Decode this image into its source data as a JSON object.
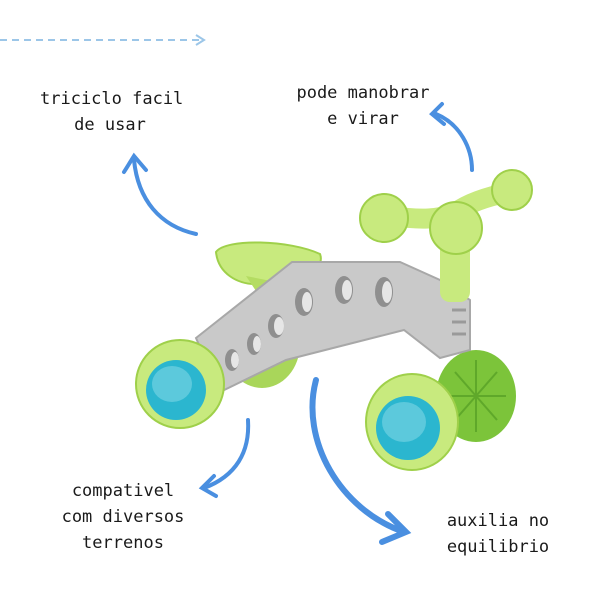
{
  "annotations": {
    "top_left": {
      "line1": "triciclo facil",
      "line2": "de usar"
    },
    "top_right": {
      "line1": "pode manobrar",
      "line2": "e virar"
    },
    "bottom_left": {
      "line1": "compativel",
      "line2": "com diversos",
      "line3": "terrenos"
    },
    "bottom_right": {
      "line1": "auxilia no",
      "line2": "equilibrio"
    }
  },
  "colors": {
    "lime": "#c8ea7e",
    "lime_dark": "#9fd04a",
    "gray_frame": "#c9c9c9",
    "hub_teal": "#2bb6cf",
    "arrow_blue": "#4a8fe0",
    "dashed_line": "#9cc6e8"
  }
}
